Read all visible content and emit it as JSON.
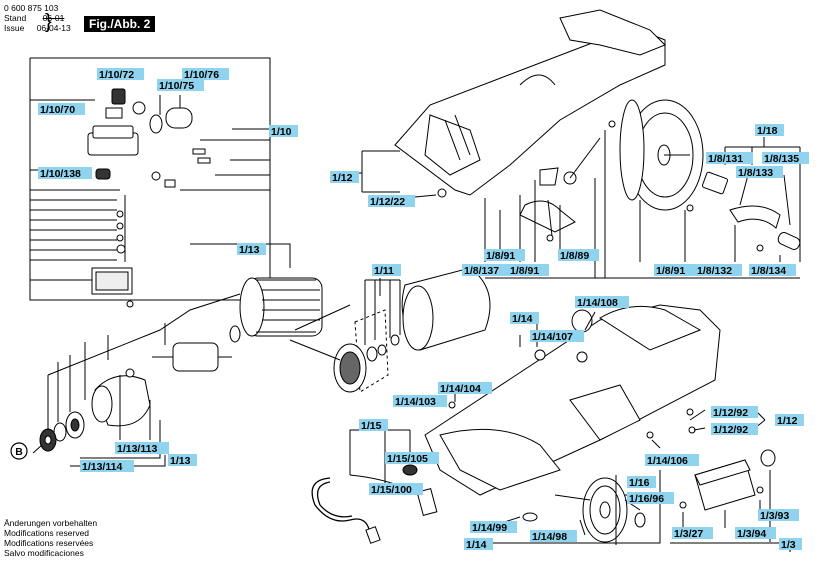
{
  "header": {
    "doc_number": "0 600 875 103",
    "stand_label": "Stand",
    "stand_old": "06-01",
    "issue_label": "Issue",
    "issue_date": "06-04-13",
    "figure": "Fig./Abb. 2"
  },
  "notes": [
    "Änderungen vorbehalten",
    "Modifications reserved",
    "Modifications reservées",
    "Salvo modificaciones"
  ],
  "labels": {
    "l_1_10_72": "1/10/72",
    "l_1_10_76": "1/10/76",
    "l_1_10_75": "1/10/75",
    "l_1_10_70": "1/10/70",
    "l_1_10": "1/10",
    "l_1_10_138": "1/10/138",
    "l_1_13_top": "1/13",
    "l_1_11": "1/11",
    "l_1_12_top": "1/12",
    "l_1_12_22": "1/12/22",
    "l_1_18": "1/18",
    "l_1_8_131": "1/8/131",
    "l_1_8_135": "1/8/135",
    "l_1_8_133": "1/8/133",
    "l_1_8_91_a": "1/8/91",
    "l_1_8_89": "1/8/89",
    "l_1_8_137": "1/8/137",
    "l_1_8_91_b": "1/8/91",
    "l_1_8_91_c": "1/8/91",
    "l_1_8_132": "1/8/132",
    "l_1_8_134": "1/8/134",
    "l_1_14": "1/14",
    "l_1_14_108": "1/14/108",
    "l_1_14_107": "1/14/107",
    "l_1_14_104": "1/14/104",
    "l_1_14_103": "1/14/103",
    "l_1_12_92_a": "1/12/92",
    "l_1_12_right": "1/12",
    "l_1_12_92_b": "1/12/92",
    "l_1_13_113": "1/13/113",
    "l_1_13_114": "1/13/114",
    "l_1_13_bottom": "1/13",
    "l_b": "B",
    "l_1_15": "1/15",
    "l_1_15_105": "1/15/105",
    "l_1_15_100": "1/15/100",
    "l_1_14_106": "1/14/106",
    "l_1_16": "1/16",
    "l_1_16_96": "1/16/96",
    "l_1_3_93": "1/3/93",
    "l_1_14_99": "1/14/99",
    "l_1_14_bottom": "1/14",
    "l_1_14_98": "1/14/98",
    "l_1_3_27": "1/3/27",
    "l_1_3_94": "1/3/94",
    "l_1_3": "1/3"
  },
  "colors": {
    "label_bg": "#8fd3ee",
    "ink": "#000000",
    "header_bg": "#000000"
  }
}
